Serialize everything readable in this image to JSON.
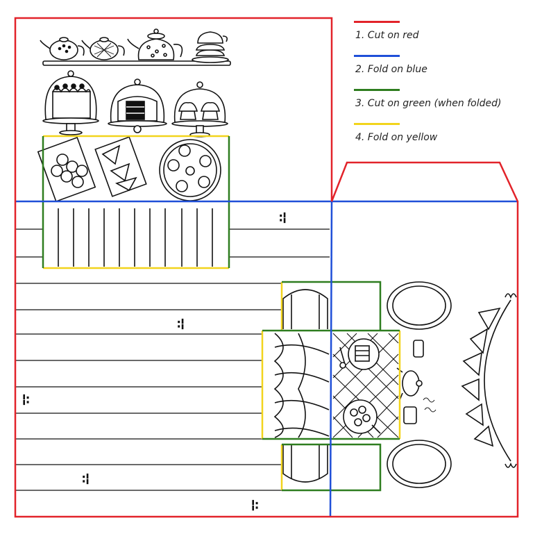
{
  "colors": {
    "cut": "#e2232a",
    "fold": "#1f4fd8",
    "cut_folded": "#2e7d1f",
    "fold_secondary": "#f2d41c",
    "ink": "#111111"
  },
  "legend": [
    {
      "label": "1. Cut on red",
      "color_key": "cut"
    },
    {
      "label": "2. Fold on blue",
      "color_key": "fold"
    },
    {
      "label": "3. Cut on green (when folded)",
      "color_key": "cut_folded"
    },
    {
      "label": "4. Fold on yellow",
      "color_key": "fold_secondary"
    }
  ],
  "artwork": {
    "items": [
      "teapot-icon",
      "teapot-icon",
      "teapot-icon",
      "teacups-icon",
      "cake-dome-icon",
      "layer-cake-dome-icon",
      "cupcake-dome-icon",
      "cookie-tray-icon",
      "sandwich-tray-icon",
      "pastry-plate-icon",
      "table-icon",
      "chair-icon",
      "bunting-icon",
      "teapot-icon",
      "plate-icon"
    ]
  }
}
